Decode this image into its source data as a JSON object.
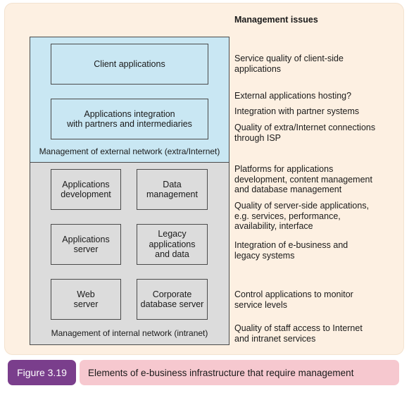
{
  "diagram": {
    "heading": "Management issues",
    "external": {
      "boxes": [
        {
          "label": "Client applications"
        },
        {
          "label": "Applications integration\nwith partners and intermediaries"
        }
      ],
      "label": "Management of external network (extra/Internet)"
    },
    "internal": {
      "boxes": [
        {
          "label": "Applications\ndevelopment"
        },
        {
          "label": "Data\nmanagement"
        },
        {
          "label": "Applications\nserver"
        },
        {
          "label": "Legacy\napplications\nand data"
        },
        {
          "label": "Web\nserver"
        },
        {
          "label": "Corporate\ndatabase server"
        }
      ],
      "label": "Management of internal network (intranet)"
    },
    "issues": [
      "Service quality of client-side\napplications",
      "External applications hosting?",
      "Integration with partner systems",
      "Quality of extra/Internet connections\nthrough ISP",
      "Platforms for applications\ndevelopment, content management\nand database management",
      "Quality of server-side applications,\ne.g. services, performance,\navailability, interface",
      "Integration of e-business and\nlegacy systems",
      "Control applications to monitor\nservice levels",
      "Quality of staff access to Internet\nand intranet services"
    ]
  },
  "caption": {
    "figure_number": "Figure 3.19",
    "text": "Elements of e-business infrastructure that require management"
  }
}
